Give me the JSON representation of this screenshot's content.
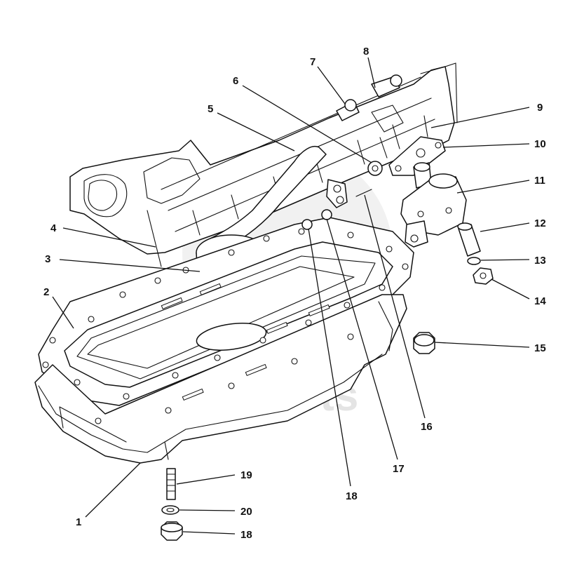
{
  "watermark": {
    "text": "dala-parts",
    "color": "#cfcfcf"
  },
  "callouts": [
    {
      "id": "1",
      "label": "1"
    },
    {
      "id": "2",
      "label": "2"
    },
    {
      "id": "3",
      "label": "3"
    },
    {
      "id": "4",
      "label": "4"
    },
    {
      "id": "5",
      "label": "5"
    },
    {
      "id": "6",
      "label": "6"
    },
    {
      "id": "7",
      "label": "7"
    },
    {
      "id": "8",
      "label": "8"
    },
    {
      "id": "9",
      "label": "9"
    },
    {
      "id": "10",
      "label": "10"
    },
    {
      "id": "11",
      "label": "11"
    },
    {
      "id": "12",
      "label": "12"
    },
    {
      "id": "13",
      "label": "13"
    },
    {
      "id": "14",
      "label": "14"
    },
    {
      "id": "15",
      "label": "15"
    },
    {
      "id": "16",
      "label": "16"
    },
    {
      "id": "17",
      "label": "17"
    },
    {
      "id": "18a",
      "label": "18"
    },
    {
      "id": "18b",
      "label": "18"
    },
    {
      "id": "19",
      "label": "19"
    },
    {
      "id": "20",
      "label": "20"
    }
  ]
}
